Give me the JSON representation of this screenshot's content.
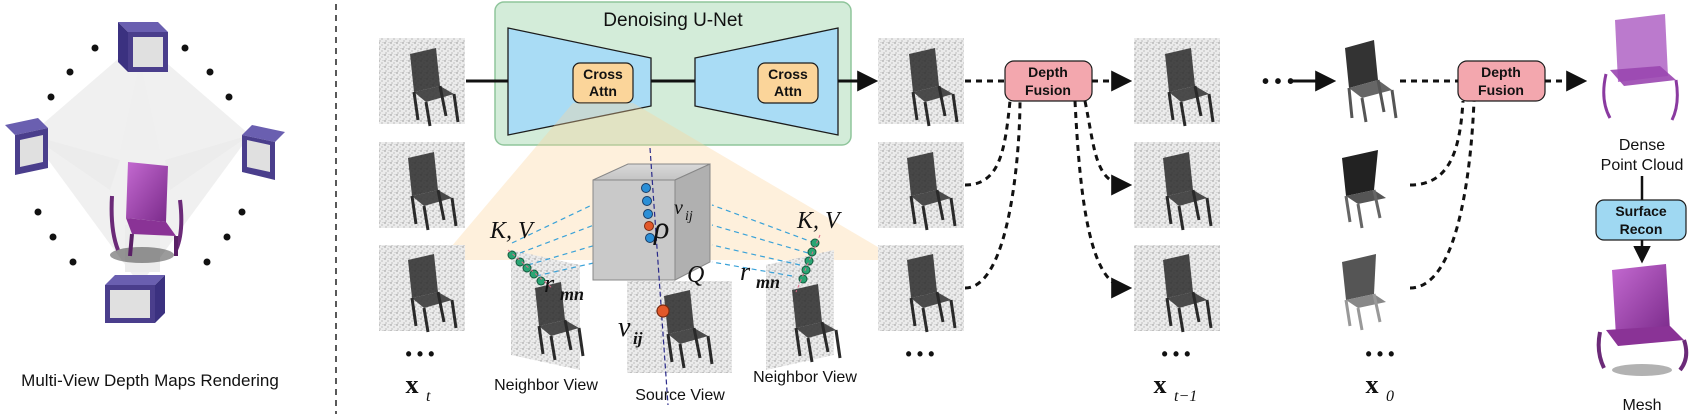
{
  "left_panel": {
    "caption": "Multi-View Depth Maps Rendering"
  },
  "unet": {
    "title": "Denoising U-Net",
    "cross_attn_left_line1": "Cross",
    "cross_attn_left_line2": "Attn",
    "cross_attn_right_line1": "Cross",
    "cross_attn_right_line2": "Attn"
  },
  "attention": {
    "kv_left": "K, V",
    "kv_right": "K, V",
    "rmn_left": "r",
    "rmn_left_sub": "mn",
    "rmn_right": "r",
    "rmn_right_sub": "mn",
    "rho": "ρ",
    "rho_sup": "v",
    "rho_sup_sub": "ij",
    "q": "Q",
    "vij": "v",
    "vij_sub": "ij",
    "neighbor_view_left": "Neighbor View",
    "source_view": "Source View",
    "neighbor_view_right": "Neighbor View"
  },
  "columns": {
    "xt": "x",
    "xt_sub": "t",
    "xt1": "x",
    "xt1_sub": "t−1",
    "x0": "x",
    "x0_sub": "0",
    "ellipsis": "• • •"
  },
  "fusion": {
    "depth_fusion_1_line1": "Depth",
    "depth_fusion_1_line2": "Fusion",
    "depth_fusion_2_line1": "Depth",
    "depth_fusion_2_line2": "Fusion"
  },
  "output": {
    "dense_line1": "Dense",
    "dense_line2": "Point Cloud",
    "surface_line1": "Surface",
    "surface_line2": "Recon",
    "mesh": "Mesh"
  },
  "colors": {
    "unet_bg": "#d3ecd9",
    "unet_border": "#8fc59b",
    "trapezoid": "#a9dcf5",
    "cross_attn": "#fbd59a",
    "depth_fusion": "#f3a7ae",
    "surface_recon": "#9fd8f2",
    "camera": "#4a3e8c",
    "chair_purple": "#9a3aa6",
    "neighbor_dot": "#2aa574",
    "ray_dot": "#2b8fd6",
    "source_dot": "#e2582a"
  }
}
